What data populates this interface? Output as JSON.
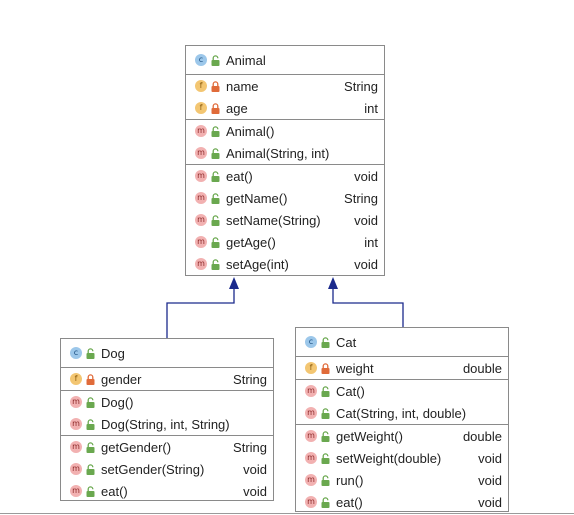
{
  "classes": {
    "animal": {
      "name": "Animal",
      "fields": [
        {
          "name": "name",
          "type": "String"
        },
        {
          "name": "age",
          "type": "int"
        }
      ],
      "constructors": [
        {
          "name": "Animal()",
          "type": ""
        },
        {
          "name": "Animal(String, int)",
          "type": ""
        }
      ],
      "methods": [
        {
          "name": "eat()",
          "type": "void"
        },
        {
          "name": "getName()",
          "type": "String"
        },
        {
          "name": "setName(String)",
          "type": "void"
        },
        {
          "name": "getAge()",
          "type": "int"
        },
        {
          "name": "setAge(int)",
          "type": "void"
        }
      ]
    },
    "dog": {
      "name": "Dog",
      "fields": [
        {
          "name": "gender",
          "type": "String"
        }
      ],
      "constructors": [
        {
          "name": "Dog()",
          "type": ""
        },
        {
          "name": "Dog(String, int, String)",
          "type": ""
        }
      ],
      "methods": [
        {
          "name": "getGender()",
          "type": "String"
        },
        {
          "name": "setGender(String)",
          "type": "void"
        },
        {
          "name": "eat()",
          "type": "void"
        }
      ]
    },
    "cat": {
      "name": "Cat",
      "fields": [
        {
          "name": "weight",
          "type": "double"
        }
      ],
      "constructors": [
        {
          "name": "Cat()",
          "type": ""
        },
        {
          "name": "Cat(String, int, double)",
          "type": ""
        }
      ],
      "methods": [
        {
          "name": "getWeight()",
          "type": "double"
        },
        {
          "name": "setWeight(double)",
          "type": "void"
        },
        {
          "name": "run()",
          "type": "void"
        },
        {
          "name": "eat()",
          "type": "void"
        }
      ]
    }
  },
  "badges": {
    "class": "c",
    "field": "f",
    "method": "m"
  },
  "icons": {
    "class": "class-icon",
    "field": "field-icon",
    "method": "method-icon",
    "public": "public-visibility-icon",
    "private": "private-visibility-icon"
  },
  "colors": {
    "arrow": "#1b2a8c",
    "class_badge": "#9cc7ea",
    "field_badge": "#f3c672",
    "method_badge": "#f2b1b1",
    "public": "#6aa84f",
    "private": "#e06b3a"
  }
}
